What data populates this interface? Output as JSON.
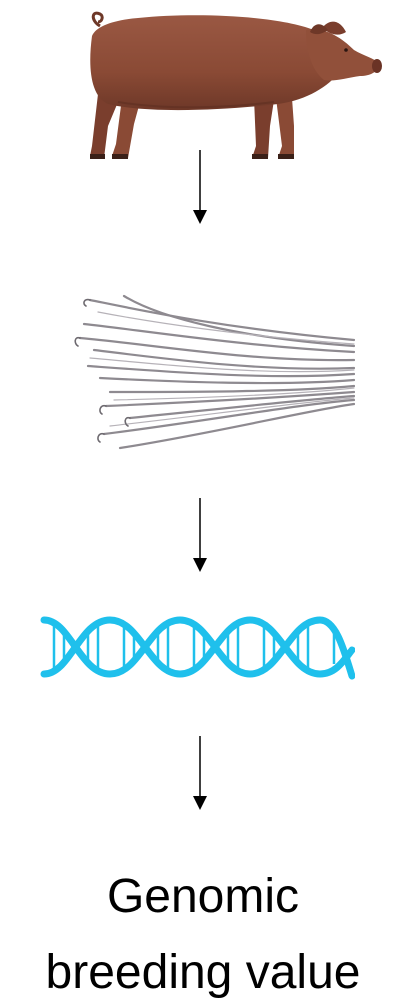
{
  "steps": [
    {
      "name": "pig",
      "icon": "pig-icon"
    },
    {
      "name": "hair",
      "icon": "hair-sample-icon"
    },
    {
      "name": "dna",
      "icon": "dna-helix-icon"
    }
  ],
  "result": {
    "line1": "Genomic",
    "line2": "breeding value"
  },
  "colors": {
    "pig_body": "#8a4a35",
    "pig_shadow": "#5e2f22",
    "hair_strand": "#8e8a90",
    "dna": "#1fc0ec",
    "arrow": "#000000",
    "text": "#000000"
  }
}
